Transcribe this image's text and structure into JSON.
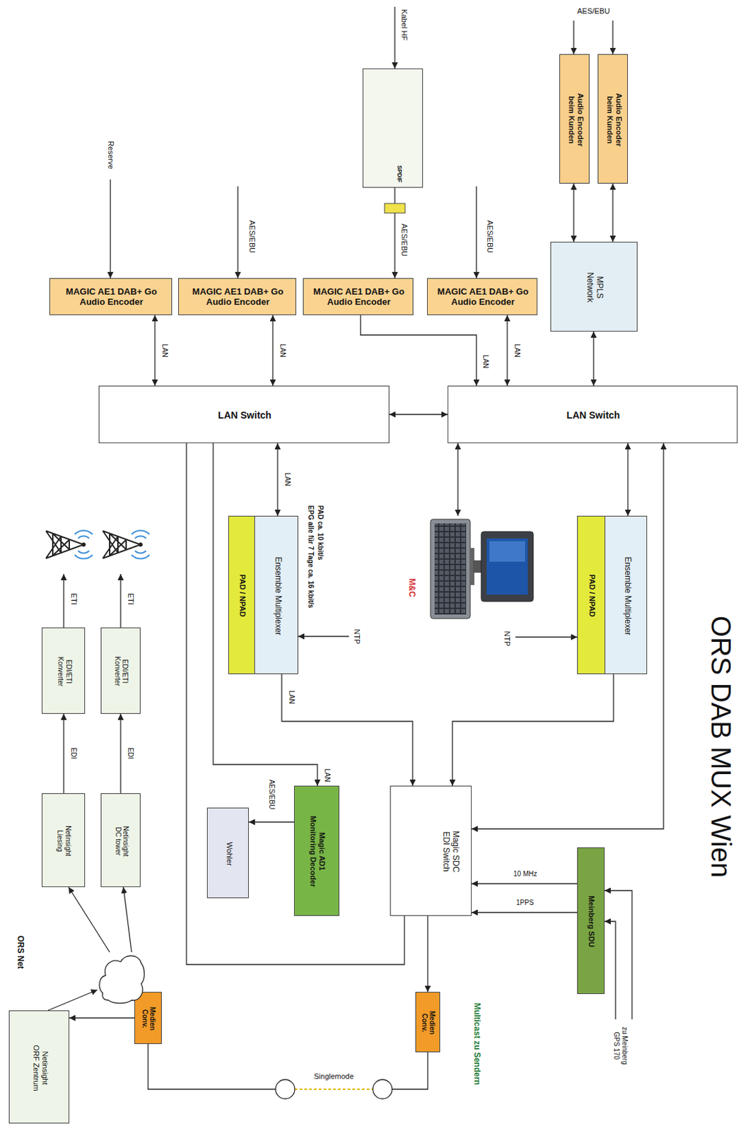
{
  "diagram": {
    "title": "ORS DAB MUX Wien",
    "nodes": [
      {
        "text": [
          "Audio Encoder beim Kunden"
        ]
      },
      {
        "text": [
          "Audio Encoder beim Kunden"
        ]
      },
      {
        "text": [
          "MPLS Network"
        ]
      },
      {
        "text": [
          "SPDIF"
        ]
      },
      {
        "text": [
          "MAGIC AE1 DAB+ Go Audio Encoder"
        ]
      },
      {
        "text": [
          "MAGIC AE1 DAB+ Go Audio Encoder"
        ]
      },
      {
        "text": [
          "MAGIC AE1 DAB+ Go Audio Encoder"
        ]
      },
      {
        "text": [
          "MAGIC AE1 DAB+ Go Audio Encoder"
        ]
      },
      {
        "text": [
          "LAN Switch"
        ]
      },
      {
        "text": [
          "LAN Switch"
        ]
      },
      {
        "text": [
          "Ensemble Multiplexer"
        ]
      },
      {
        "text": [
          "PAD / NPAD"
        ],
        "in": 10
      },
      {
        "text": [
          "M&C"
        ]
      },
      {
        "text": [
          "Ensemble Multiplexer"
        ]
      },
      {
        "text": [
          "PAD / NPAD"
        ],
        "in": 13
      },
      {
        "text": [
          "Magic SDC EDI Switch"
        ]
      },
      {
        "text": [
          "Meinberg SDU"
        ]
      },
      {
        "text": [
          "Magic AD1 Monitoring Decoder"
        ]
      },
      {
        "text": [
          "Wohler"
        ]
      },
      {
        "text": [
          "Medien Conv."
        ]
      },
      {
        "text": [
          "Medien Conv."
        ]
      },
      {
        "text": [
          "Netinsight ORF Zentrum"
        ]
      },
      {
        "text": [
          "ORS Net"
        ]
      },
      {
        "text": [
          "Netinsight DC tower"
        ]
      },
      {
        "text": [
          "Netinsight Liesing"
        ]
      },
      {
        "text": [
          "EDI/ETI Konverter"
        ]
      },
      {
        "text": [
          "EDI/ETI Konverter"
        ]
      }
    ],
    "edges": [
      {
        "from": 0,
        "to": 2,
        "arrow": "both"
      },
      {
        "from": 1,
        "to": 2,
        "arrow": "both"
      },
      {
        "from": 2,
        "to": 8,
        "arrow": "both"
      },
      {
        "from": 3,
        "to": 5,
        "arrow": "to",
        "label": "AES/EBU"
      },
      {
        "from": 4,
        "to": 8,
        "arrow": "both",
        "label": "LAN"
      },
      {
        "from": 5,
        "to": 8,
        "arrow": "to",
        "label": "LAN"
      },
      {
        "from": 6,
        "to": 9,
        "arrow": "both",
        "label": "LAN"
      },
      {
        "from": 7,
        "to": 9,
        "arrow": "both",
        "label": "LAN"
      },
      {
        "from": 9,
        "to": 8,
        "arrow": "both"
      },
      {
        "from": 8,
        "to": 10,
        "arrow": "both"
      },
      {
        "from": 8,
        "to": 12,
        "arrow": "both"
      },
      {
        "from": 9,
        "to": 13,
        "arrow": "both",
        "label": "LAN"
      },
      {
        "from": 13,
        "to": 15,
        "arrow": "to",
        "label": "LAN"
      },
      {
        "from": 10,
        "to": 15,
        "arrow": "to"
      },
      {
        "from": 8,
        "to": 15,
        "arrow": "both"
      },
      {
        "from": 16,
        "to": 15,
        "arrow": "to",
        "label": "10 MHz"
      },
      {
        "from": 16,
        "to": 15,
        "arrow": "to",
        "label": "1PPS"
      },
      {
        "from": 9,
        "to": 17,
        "arrow": "to",
        "label": "LAN"
      },
      {
        "from": 17,
        "to": 18,
        "arrow": "to",
        "label": "AES/EBU"
      },
      {
        "from": 9,
        "to": 15,
        "arrow": "none"
      },
      {
        "from": 15,
        "to": 19,
        "arrow": "to"
      },
      {
        "from": 19,
        "to": 20,
        "arrow": "none",
        "label": "Singlemode"
      },
      {
        "from": 20,
        "to": 21,
        "arrow": "to"
      },
      {
        "from": 21,
        "to": 22,
        "arrow": "to"
      },
      {
        "from": 22,
        "to": 23,
        "arrow": "to"
      },
      {
        "from": 22,
        "to": 24,
        "arrow": "to"
      },
      {
        "from": 23,
        "to": 25,
        "arrow": "to",
        "label": "EDI"
      },
      {
        "from": 24,
        "to": 26,
        "arrow": "to",
        "label": "EDI"
      }
    ],
    "labels": [
      "AES/EBU",
      "Kabel HF",
      "AES/EBU",
      "AES/EBU",
      "Reserve",
      "PAD ca. 10 kbit/s",
      "EPG alle für 7 Tage ca. 16 kbit/s",
      "NTP",
      "NTP",
      "ETI",
      "ETI",
      "Multicast zu Sendern",
      "zu Meinberg GPS 170"
    ]
  }
}
